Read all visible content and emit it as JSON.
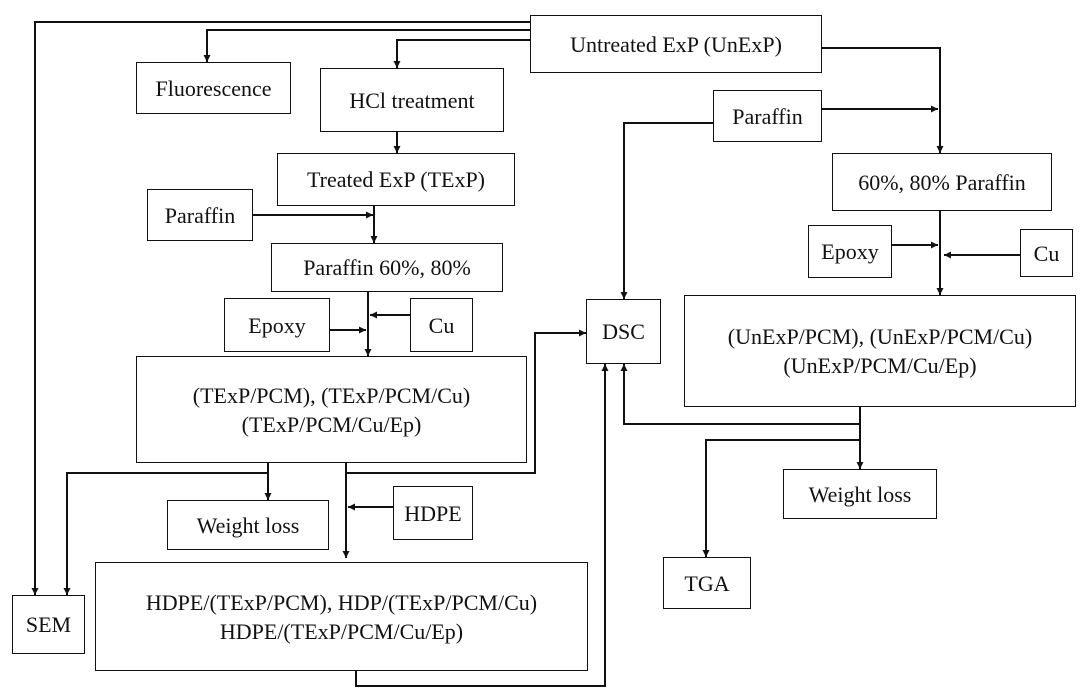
{
  "nodes": {
    "untreated": "Untreated ExP (UnExP)",
    "fluorescence": "Fluorescence",
    "hcl": "HCl treatment",
    "texp": "Treated ExP (TExP)",
    "paraffin_left": "Paraffin",
    "paraffin_pct_left": "Paraffin 60%, 80%",
    "epoxy_left": "Epoxy",
    "cu_left": "Cu",
    "texp_composites": [
      "(TExP/PCM), (TExP/PCM/Cu)",
      "(TExP/PCM/Cu/Ep)"
    ],
    "weight_loss_left": "Weight loss",
    "hdpe": "HDPE",
    "hdpe_composites": [
      "HDPE/(TExP/PCM), HDP/(TExP/PCM/Cu)",
      "HDPE/(TExP/PCM/Cu/Ep)"
    ],
    "sem": "SEM",
    "dsc": "DSC",
    "paraffin_right": "Paraffin",
    "paraffin_pct_right": "60%, 80% Paraffin",
    "epoxy_right": "Epoxy",
    "cu_right": "Cu",
    "unexp_composites": [
      "(UnExP/PCM), (UnExP/PCM/Cu)",
      "(UnExP/PCM/Cu/Ep)"
    ],
    "weight_loss_right": "Weight loss",
    "tga": "TGA"
  },
  "colors": {
    "stroke": "#111111",
    "background": "#ffffff"
  }
}
